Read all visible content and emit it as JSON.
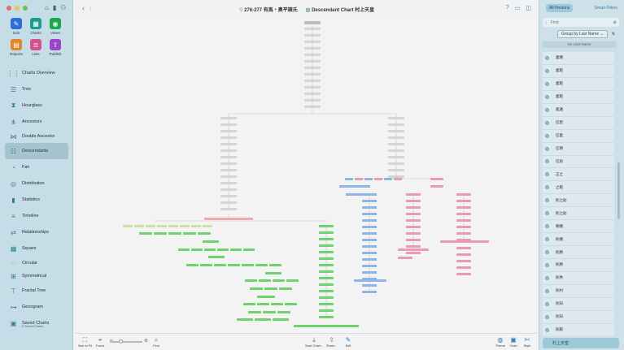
{
  "window": {
    "breadcrumb_place": "276-277 有馬・奥平諸氏",
    "breadcrumb_chart": "Descendant Chart 村上天皇"
  },
  "toolbox": [
    {
      "label": "Edit",
      "icon": "pencil-icon",
      "color": "#2f6fd1"
    },
    {
      "label": "Charts",
      "icon": "charts-icon",
      "color": "#1b9e8f"
    },
    {
      "label": "Views",
      "icon": "eye-icon",
      "color": "#1aa64b"
    },
    {
      "label": "Reports",
      "icon": "reports-icon",
      "color": "#e3852b"
    },
    {
      "label": "Lists",
      "icon": "lists-icon",
      "color": "#d6518f"
    },
    {
      "label": "Publish",
      "icon": "publish-icon",
      "color": "#9b45c9"
    }
  ],
  "sidebar": {
    "items": [
      {
        "label": "Charts Overview",
        "icon": "charts-overview-icon"
      },
      {
        "label": "Tree",
        "icon": "tree-icon"
      },
      {
        "label": "Hourglass",
        "icon": "hourglass-icon"
      },
      {
        "label": "Ancestors",
        "icon": "ancestors-icon"
      },
      {
        "label": "Double Ancestor",
        "icon": "double-ancestor-icon"
      },
      {
        "label": "Descendants",
        "icon": "descendants-icon",
        "active": true
      },
      {
        "label": "Fan",
        "icon": "fan-icon"
      },
      {
        "label": "Distribution",
        "icon": "distribution-icon"
      },
      {
        "label": "Statistics",
        "icon": "statistics-icon"
      },
      {
        "label": "Timeline",
        "icon": "timeline-icon"
      },
      {
        "label": "Relationships",
        "icon": "relationships-icon"
      },
      {
        "label": "Square",
        "icon": "square-icon"
      },
      {
        "label": "Circular",
        "icon": "circular-icon"
      },
      {
        "label": "Symmetrical",
        "icon": "symmetrical-icon"
      },
      {
        "label": "Fractal Tree",
        "icon": "fractal-tree-icon"
      },
      {
        "label": "Genogram",
        "icon": "genogram-icon"
      },
      {
        "label": "Saved Charts",
        "sub": "0 Saved Charts",
        "icon": "saved-charts-icon"
      }
    ]
  },
  "bottom_toolbar": {
    "size_to_fit": "Size to Fit",
    "focus": "Focus",
    "zoom_level": 0.3,
    "find": "Find",
    "save_chart": "Save Chart...",
    "share": "Share...",
    "edit": "Edit",
    "theme": "Theme",
    "chart": "Chart",
    "style": "Style"
  },
  "right_panel": {
    "tab_all": "All Persons",
    "tab_smart": "Smart Filters",
    "search_placeholder": "Find",
    "group_by": "Group by Last Name",
    "section_header": "No Last Name",
    "persons": [
      "義幡",
      "義範",
      "義範",
      "義範",
      "義邁",
      "信堅",
      "信義",
      "信朝",
      "信則",
      "正之",
      "之範",
      "則之助",
      "則之助",
      "朝幡",
      "則幡",
      "則勝",
      "則勝",
      "則秀",
      "則村",
      "則知",
      "則知",
      "則範"
    ],
    "selected": "村上天皇"
  },
  "colors": {
    "accent": "#3b85c7",
    "sidebar_bg": "#c4dde6",
    "node_gray": "#d4d4d4",
    "node_green": "#6ed36c",
    "node_blue": "#8fb5e8",
    "node_pink": "#ea9ab8",
    "node_yellowgreen": "#cde0a0"
  }
}
